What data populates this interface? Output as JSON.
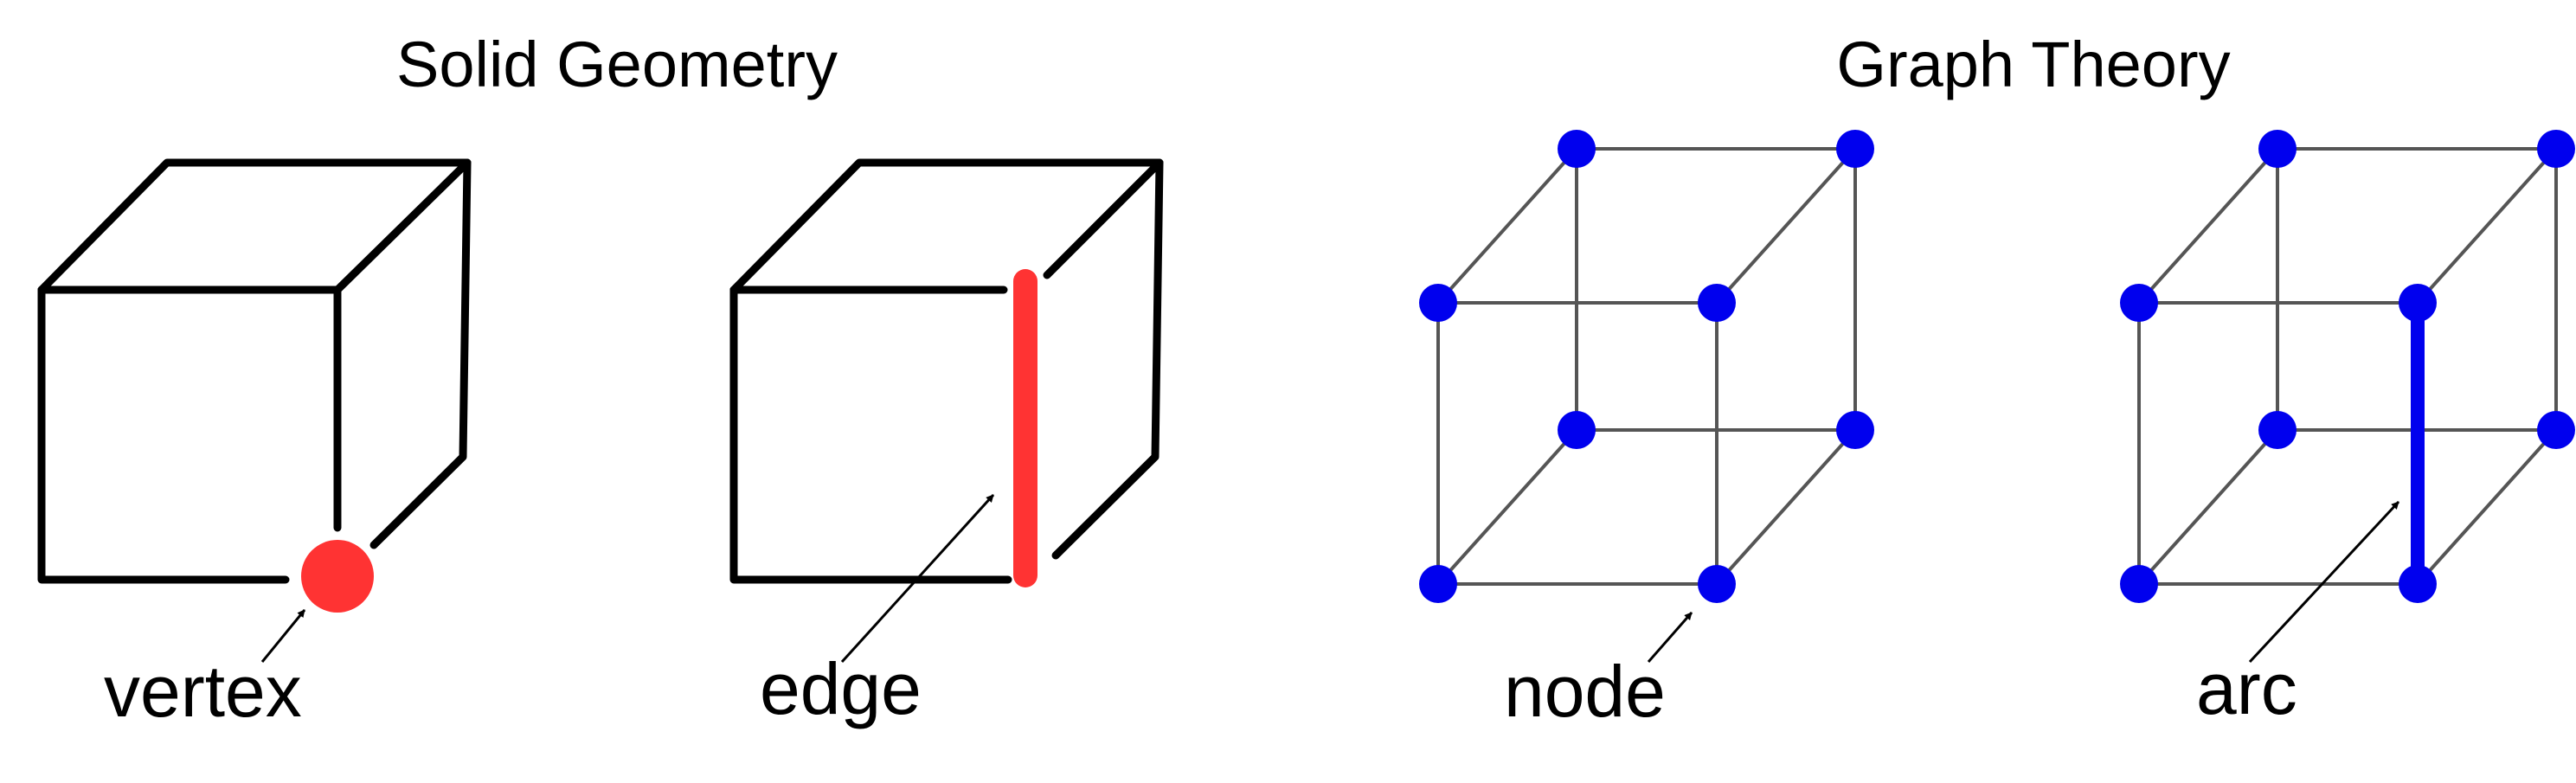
{
  "sections": [
    {
      "title": "Solid Geometry"
    },
    {
      "title": "Graph Theory"
    }
  ],
  "panels": [
    {
      "label": "vertex",
      "highlight": "vertex",
      "color": "#ff3333"
    },
    {
      "label": "edge",
      "highlight": "edge",
      "color": "#ff3333"
    },
    {
      "label": "node",
      "highlight": "node",
      "color": "#0000ee"
    },
    {
      "label": "arc",
      "highlight": "arc",
      "color": "#0000ee"
    }
  ],
  "colors": {
    "solid_line": "#000000",
    "graph_line": "#555555",
    "solid_highlight": "#ff3333",
    "graph_node": "#0000ee"
  }
}
